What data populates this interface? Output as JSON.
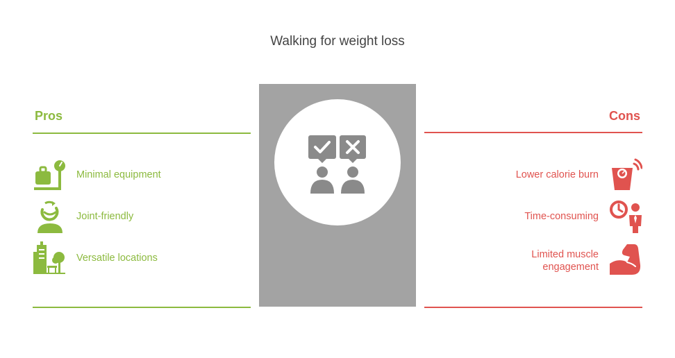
{
  "title": "Walking for weight loss",
  "pros": {
    "heading": "Pros",
    "items": [
      {
        "label": "Minimal equipment",
        "icon": "luggage-scale-icon"
      },
      {
        "label": "Joint-friendly",
        "icon": "person-flexibility-icon"
      },
      {
        "label": "Versatile locations",
        "icon": "city-park-icon"
      }
    ]
  },
  "cons": {
    "heading": "Cons",
    "items": [
      {
        "label": "Lower calorie burn",
        "icon": "weight-scale-icon"
      },
      {
        "label": "Time-consuming",
        "icon": "clock-person-icon"
      },
      {
        "label": "Limited muscle engagement",
        "icon": "flexed-arm-icon"
      }
    ]
  },
  "center_icon": "pros-cons-people-icon",
  "colors": {
    "pros": "#8cba3f",
    "cons": "#e0534f",
    "panel": "#a3a3a3",
    "icon_gray": "#8a8a8a",
    "title": "#444444"
  }
}
